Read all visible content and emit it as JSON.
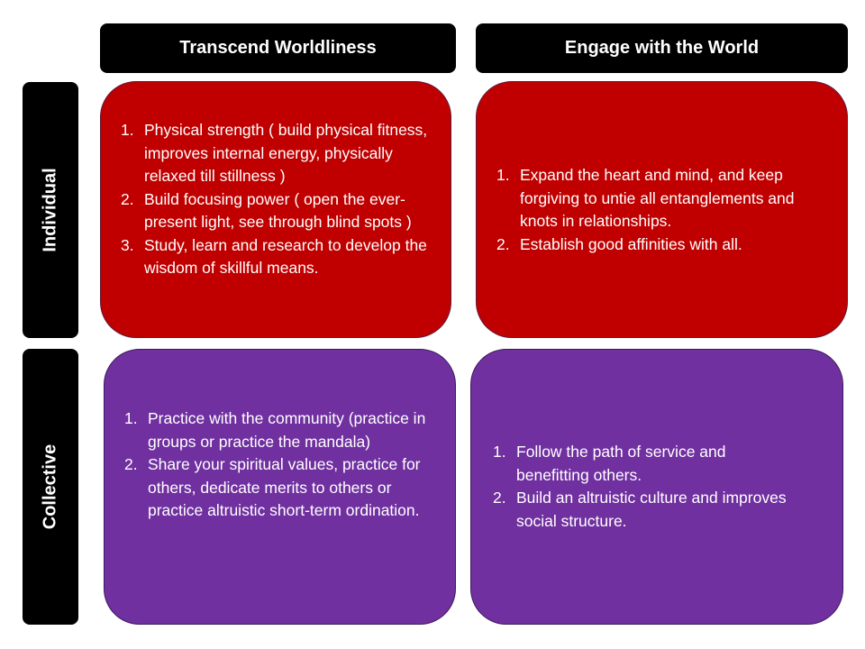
{
  "columns": {
    "transcend": "Transcend Worldliness",
    "engage": "Engage with the World"
  },
  "rows": {
    "individual": "Individual",
    "collective": "Collective"
  },
  "cells": {
    "individual_transcend": [
      "Physical strength ( build physical fitness, improves internal energy, physically relaxed till stillness )",
      "Build focusing power ( open the ever-present  light, see through blind spots )",
      "Study, learn and research to develop the wisdom of skillful means."
    ],
    "individual_engage": [
      "Expand the heart and mind, and keep forgiving to untie all entanglements and knots in relationships.",
      "Establish good affinities with all."
    ],
    "collective_transcend": [
      "Practice with the community (practice in groups or practice the mandala)",
      "Share your spiritual values, practice for others, dedicate merits to others or practice altruistic short-term ordination."
    ],
    "collective_engage": [
      "Follow the path of service and benefitting others.",
      "Build an altruistic culture and improves social structure."
    ]
  },
  "colors": {
    "header": "#000000",
    "individual": "#c00000",
    "collective": "#7030a0"
  }
}
